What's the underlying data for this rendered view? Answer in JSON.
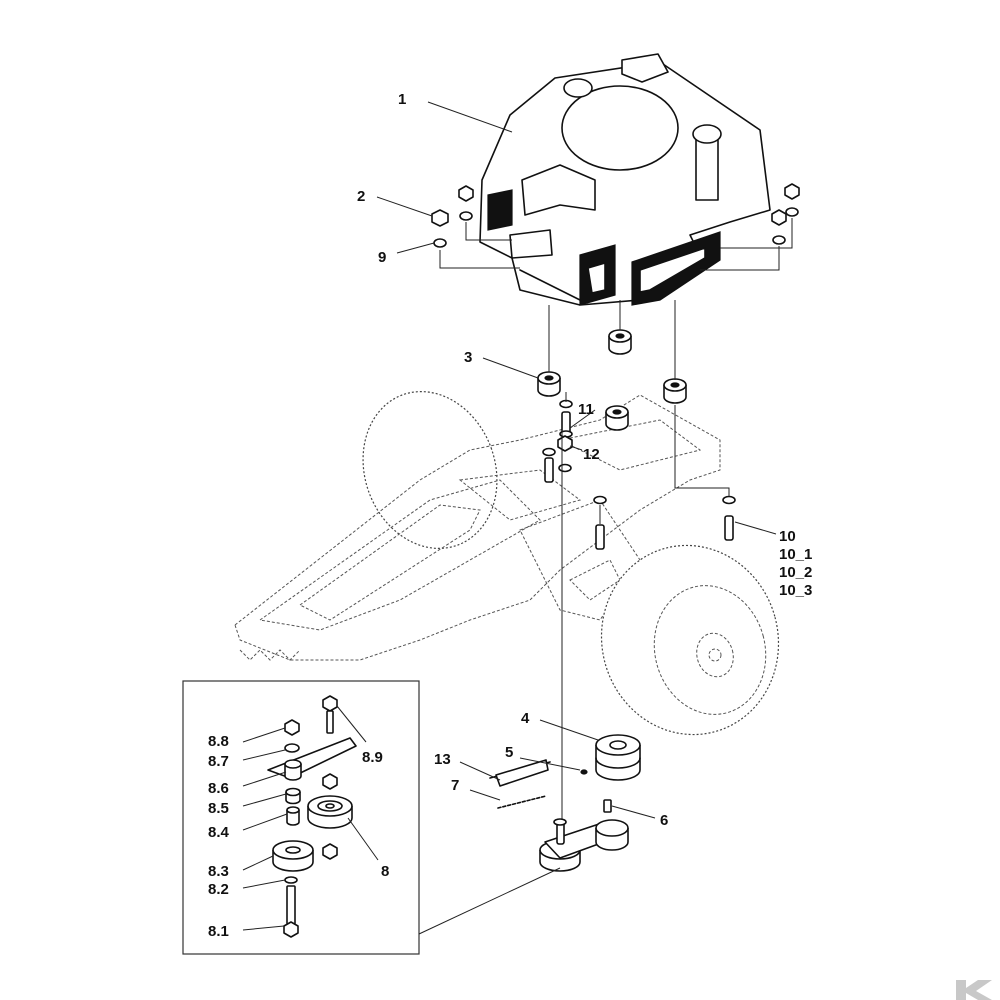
{
  "callouts": {
    "p1": "1",
    "p2": "2",
    "p3": "3",
    "p4": "4",
    "p5": "5",
    "p6": "6",
    "p7": "7",
    "p8": "8",
    "p9": "9",
    "p10": "10",
    "p10_1": "10_1",
    "p10_2": "10_2",
    "p10_3": "10_3",
    "p11": "11",
    "p12": "12",
    "p13": "13",
    "p8_1": "8.1",
    "p8_2": "8.2",
    "p8_3": "8.3",
    "p8_4": "8.4",
    "p8_5": "8.5",
    "p8_6": "8.6",
    "p8_7": "8.7",
    "p8_8": "8.8",
    "p8_9": "8.9"
  },
  "colors": {
    "ink": "#111111",
    "ghost": "#555555",
    "background": "#ffffff"
  },
  "logo": {
    "icon": "brand-k-logo-icon"
  }
}
